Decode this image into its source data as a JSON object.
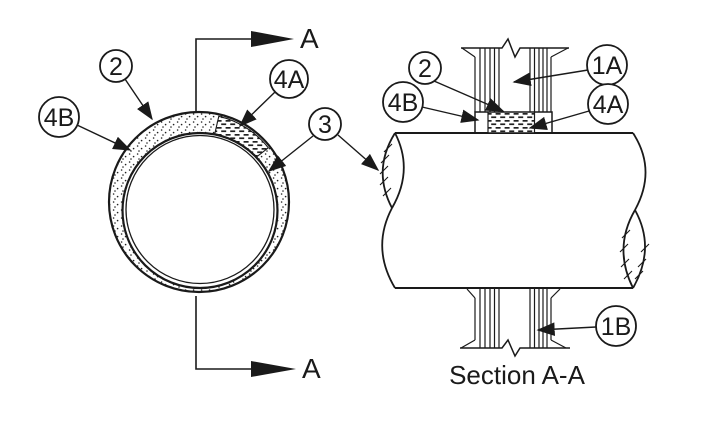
{
  "drawing": {
    "colors": {
      "line": "#1a1a1a",
      "background": "#ffffff"
    },
    "section_markers": {
      "top": "A",
      "bottom": "A"
    },
    "caption": "Section A-A",
    "callouts": {
      "end_2": "2",
      "end_4A": "4A",
      "end_4B": "4B",
      "pipe_3": "3",
      "sec_2": "2",
      "sec_1A": "1A",
      "sec_4B": "4B",
      "sec_4A": "4A",
      "sec_1B": "1B"
    }
  }
}
